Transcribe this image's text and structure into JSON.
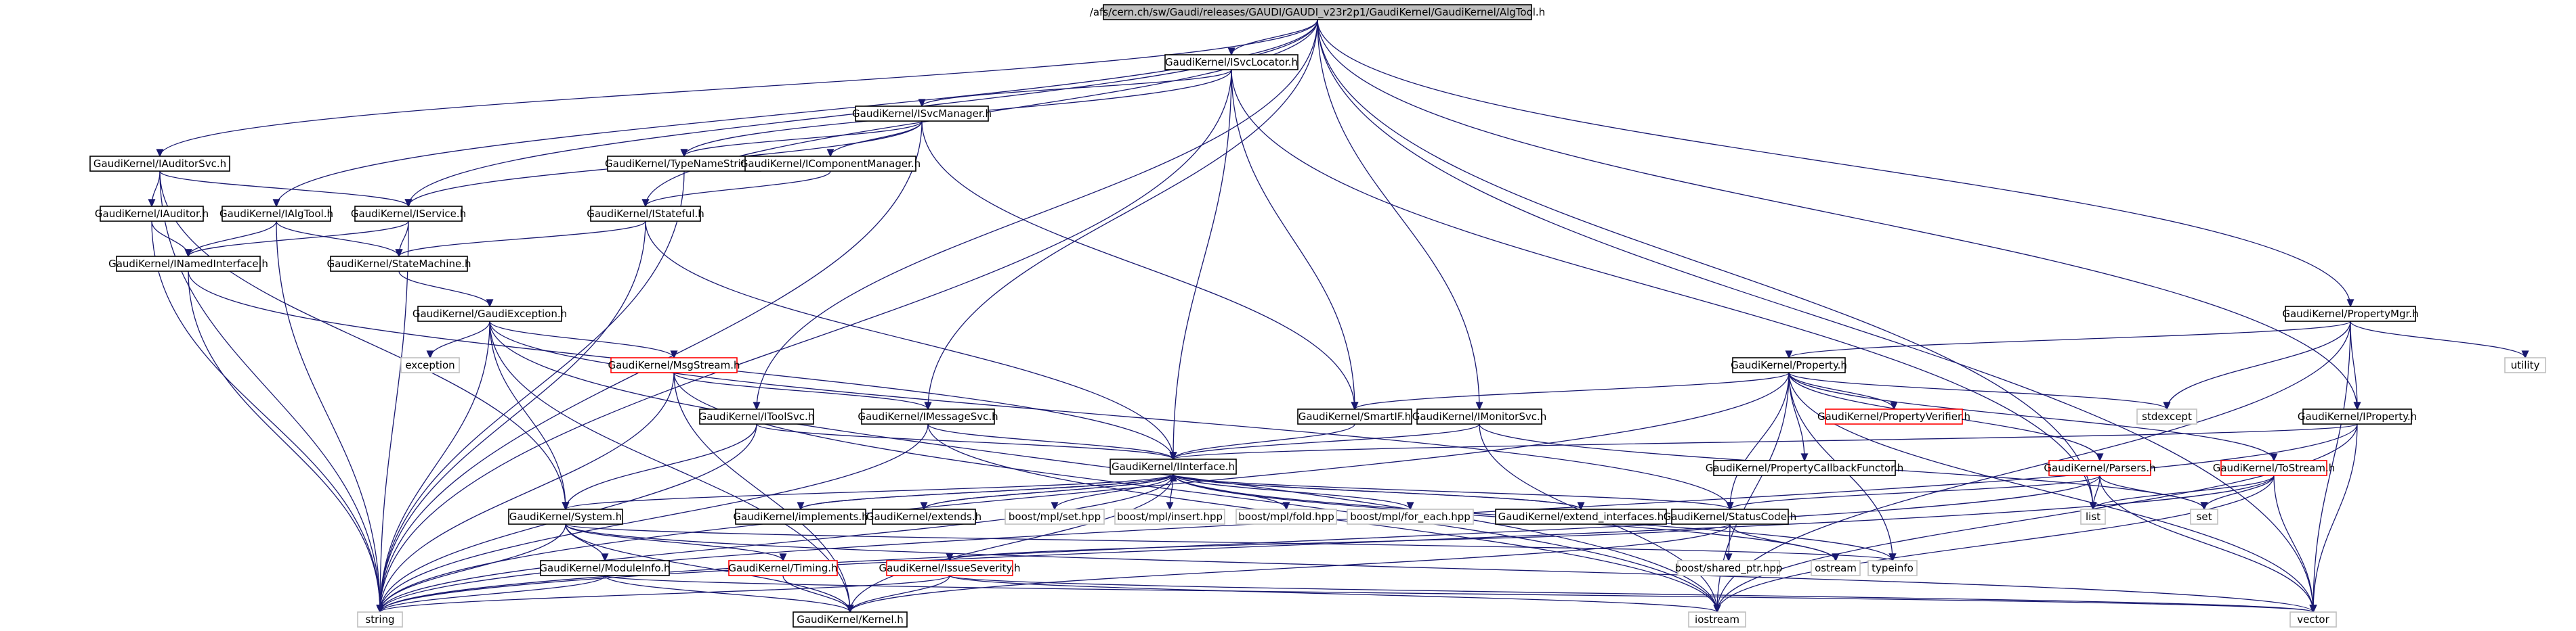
{
  "graph": {
    "nodes": [
      {
        "id": "root",
        "label": "/afs/cern.ch/sw/Gaudi/releases/GAUDI/GAUDI_v23r2p1/GaudiKernel/GaudiKernel/AlgTool.h",
        "style": "root"
      },
      {
        "id": "isvcloc",
        "label": "GaudiKernel/ISvcLocator.h",
        "style": "doc"
      },
      {
        "id": "isvcmgr",
        "label": "GaudiKernel/ISvcManager.h",
        "style": "doc"
      },
      {
        "id": "typename",
        "label": "GaudiKernel/TypeNameString.h",
        "style": "doc"
      },
      {
        "id": "icompmgr",
        "label": "GaudiKernel/IComponentManager.h",
        "style": "doc"
      },
      {
        "id": "iauditsvc",
        "label": "GaudiKernel/IAuditorSvc.h",
        "style": "doc"
      },
      {
        "id": "iauditor",
        "label": "GaudiKernel/IAuditor.h",
        "style": "doc"
      },
      {
        "id": "ialgtool",
        "label": "GaudiKernel/IAlgTool.h",
        "style": "doc"
      },
      {
        "id": "iservice",
        "label": "GaudiKernel/IService.h",
        "style": "doc"
      },
      {
        "id": "istateful",
        "label": "GaudiKernel/IStateful.h",
        "style": "doc"
      },
      {
        "id": "inamed",
        "label": "GaudiKernel/INamedInterface.h",
        "style": "doc"
      },
      {
        "id": "statemach",
        "label": "GaudiKernel/StateMachine.h",
        "style": "doc"
      },
      {
        "id": "gaudiexc",
        "label": "GaudiKernel/GaudiException.h",
        "style": "doc"
      },
      {
        "id": "exception",
        "label": "exception",
        "style": "sys"
      },
      {
        "id": "msgstream",
        "label": "GaudiKernel/MsgStream.h",
        "style": "nodoc"
      },
      {
        "id": "itoolsvc",
        "label": "GaudiKernel/IToolSvc.h",
        "style": "doc"
      },
      {
        "id": "imsgsvc",
        "label": "GaudiKernel/IMessageSvc.h",
        "style": "doc"
      },
      {
        "id": "smartif",
        "label": "GaudiKernel/SmartIF.h",
        "style": "doc"
      },
      {
        "id": "imonsvc",
        "label": "GaudiKernel/IMonitorSvc.h",
        "style": "doc"
      },
      {
        "id": "iinterface",
        "label": "GaudiKernel/IInterface.h",
        "style": "doc"
      },
      {
        "id": "system",
        "label": "GaudiKernel/System.h",
        "style": "doc"
      },
      {
        "id": "implements",
        "label": "GaudiKernel/implements.h",
        "style": "doc"
      },
      {
        "id": "extends",
        "label": "GaudiKernel/extends.h",
        "style": "doc"
      },
      {
        "id": "mplset",
        "label": "boost/mpl/set.hpp",
        "style": "sys"
      },
      {
        "id": "mplinsert",
        "label": "boost/mpl/insert.hpp",
        "style": "sys"
      },
      {
        "id": "mplfold",
        "label": "boost/mpl/fold.hpp",
        "style": "sys"
      },
      {
        "id": "mplforeach",
        "label": "boost/mpl/for_each.hpp",
        "style": "sys"
      },
      {
        "id": "extifaces",
        "label": "GaudiKernel/extend_interfaces.h",
        "style": "doc"
      },
      {
        "id": "statuscode",
        "label": "GaudiKernel/StatusCode.h",
        "style": "doc"
      },
      {
        "id": "sharedptr",
        "label": "boost/shared_ptr.hpp",
        "style": "sys"
      },
      {
        "id": "ostream",
        "label": "ostream",
        "style": "sys"
      },
      {
        "id": "typeinfo",
        "label": "typeinfo",
        "style": "sys"
      },
      {
        "id": "modinfo",
        "label": "GaudiKernel/ModuleInfo.h",
        "style": "doc"
      },
      {
        "id": "timing",
        "label": "GaudiKernel/Timing.h",
        "style": "nodoc"
      },
      {
        "id": "issuesev",
        "label": "GaudiKernel/IssueSeverity.h",
        "style": "nodoc"
      },
      {
        "id": "string",
        "label": "string",
        "style": "sys"
      },
      {
        "id": "kernel",
        "label": "GaudiKernel/Kernel.h",
        "style": "doc"
      },
      {
        "id": "iostream",
        "label": "iostream",
        "style": "sys"
      },
      {
        "id": "vector",
        "label": "vector",
        "style": "sys"
      },
      {
        "id": "propmgr",
        "label": "GaudiKernel/PropertyMgr.h",
        "style": "doc"
      },
      {
        "id": "utility",
        "label": "utility",
        "style": "sys"
      },
      {
        "id": "property",
        "label": "GaudiKernel/Property.h",
        "style": "doc"
      },
      {
        "id": "propverif",
        "label": "GaudiKernel/PropertyVerifier.h",
        "style": "nodoc"
      },
      {
        "id": "stdexcept",
        "label": "stdexcept",
        "style": "sys"
      },
      {
        "id": "iproperty",
        "label": "GaudiKernel/IProperty.h",
        "style": "doc"
      },
      {
        "id": "propcb",
        "label": "GaudiKernel/PropertyCallbackFunctor.h",
        "style": "doc"
      },
      {
        "id": "parsers",
        "label": "GaudiKernel/Parsers.h",
        "style": "nodoc"
      },
      {
        "id": "tostream",
        "label": "GaudiKernel/ToStream.h",
        "style": "nodoc"
      },
      {
        "id": "list",
        "label": "list",
        "style": "sys"
      },
      {
        "id": "set",
        "label": "set",
        "style": "sys"
      }
    ],
    "edges": [
      [
        "root",
        "isvcloc"
      ],
      [
        "root",
        "iauditsvc"
      ],
      [
        "root",
        "ialgtool"
      ],
      [
        "root",
        "iservice"
      ],
      [
        "root",
        "istateful"
      ],
      [
        "root",
        "itoolsvc"
      ],
      [
        "root",
        "imsgsvc"
      ],
      [
        "root",
        "imonsvc"
      ],
      [
        "root",
        "propmgr"
      ],
      [
        "root",
        "iproperty"
      ],
      [
        "root",
        "list"
      ],
      [
        "root",
        "vector"
      ],
      [
        "isvcloc",
        "isvcmgr"
      ],
      [
        "isvcloc",
        "typename"
      ],
      [
        "isvcloc",
        "smartif"
      ],
      [
        "isvcloc",
        "iinterface"
      ],
      [
        "isvcloc",
        "list"
      ],
      [
        "isvcloc",
        "string"
      ],
      [
        "isvcmgr",
        "typename"
      ],
      [
        "isvcmgr",
        "icompmgr"
      ],
      [
        "isvcmgr",
        "iservice"
      ],
      [
        "isvcmgr",
        "smartif"
      ],
      [
        "isvcmgr",
        "string"
      ],
      [
        "typename",
        "string"
      ],
      [
        "icompmgr",
        "istateful"
      ],
      [
        "iauditsvc",
        "iauditor"
      ],
      [
        "iauditsvc",
        "iservice"
      ],
      [
        "iauditsvc",
        "system"
      ],
      [
        "iauditsvc",
        "string"
      ],
      [
        "iauditor",
        "inamed"
      ],
      [
        "iauditor",
        "string"
      ],
      [
        "ialgtool",
        "inamed"
      ],
      [
        "ialgtool",
        "statemach"
      ],
      [
        "ialgtool",
        "string"
      ],
      [
        "iservice",
        "inamed"
      ],
      [
        "iservice",
        "statemach"
      ],
      [
        "iservice",
        "string"
      ],
      [
        "istateful",
        "statemach"
      ],
      [
        "istateful",
        "iinterface"
      ],
      [
        "istateful",
        "string"
      ],
      [
        "inamed",
        "iinterface"
      ],
      [
        "inamed",
        "string"
      ],
      [
        "statemach",
        "gaudiexc"
      ],
      [
        "gaudiexc",
        "exception"
      ],
      [
        "gaudiexc",
        "msgstream"
      ],
      [
        "gaudiexc",
        "system"
      ],
      [
        "gaudiexc",
        "statuscode"
      ],
      [
        "gaudiexc",
        "kernel"
      ],
      [
        "gaudiexc",
        "string"
      ],
      [
        "gaudiexc",
        "iostream"
      ],
      [
        "msgstream",
        "imsgsvc"
      ],
      [
        "msgstream",
        "iostream"
      ],
      [
        "msgstream",
        "string"
      ],
      [
        "msgstream",
        "kernel"
      ],
      [
        "itoolsvc",
        "iinterface"
      ],
      [
        "itoolsvc",
        "system"
      ],
      [
        "itoolsvc",
        "string"
      ],
      [
        "imsgsvc",
        "iinterface"
      ],
      [
        "imsgsvc",
        "string"
      ],
      [
        "imsgsvc",
        "iostream"
      ],
      [
        "smartif",
        "iinterface"
      ],
      [
        "imonsvc",
        "iinterface"
      ],
      [
        "imonsvc",
        "set"
      ],
      [
        "imonsvc",
        "iostream"
      ],
      [
        "iinterface",
        "system"
      ],
      [
        "iinterface",
        "implements"
      ],
      [
        "iinterface",
        "extends"
      ],
      [
        "iinterface",
        "mplset"
      ],
      [
        "iinterface",
        "mplinsert"
      ],
      [
        "iinterface",
        "mplfold"
      ],
      [
        "iinterface",
        "mplforeach"
      ],
      [
        "iinterface",
        "extifaces"
      ],
      [
        "iinterface",
        "statuscode"
      ],
      [
        "iinterface",
        "typeinfo"
      ],
      [
        "iinterface",
        "ostream"
      ],
      [
        "iinterface",
        "kernel"
      ],
      [
        "iinterface",
        "string"
      ],
      [
        "implements",
        "iinterface"
      ],
      [
        "extends",
        "iinterface"
      ],
      [
        "extifaces",
        "iinterface"
      ],
      [
        "system",
        "modinfo"
      ],
      [
        "system",
        "timing"
      ],
      [
        "system",
        "kernel"
      ],
      [
        "system",
        "string"
      ],
      [
        "system",
        "vector"
      ],
      [
        "system",
        "typeinfo"
      ],
      [
        "modinfo",
        "kernel"
      ],
      [
        "modinfo",
        "string"
      ],
      [
        "modinfo",
        "vector"
      ],
      [
        "timing",
        "kernel"
      ],
      [
        "statuscode",
        "issuesev"
      ],
      [
        "statuscode",
        "sharedptr"
      ],
      [
        "statuscode",
        "ostream"
      ],
      [
        "statuscode",
        "kernel"
      ],
      [
        "issuesev",
        "kernel"
      ],
      [
        "issuesev",
        "string"
      ],
      [
        "issuesev",
        "iostream"
      ],
      [
        "issuesev",
        "vector"
      ],
      [
        "propmgr",
        "property"
      ],
      [
        "propmgr",
        "iproperty"
      ],
      [
        "propmgr",
        "stdexcept"
      ],
      [
        "propmgr",
        "utility"
      ],
      [
        "propmgr",
        "vector"
      ],
      [
        "propmgr",
        "iostream"
      ],
      [
        "property",
        "smartif"
      ],
      [
        "property",
        "propverif"
      ],
      [
        "property",
        "stdexcept"
      ],
      [
        "property",
        "propcb"
      ],
      [
        "property",
        "parsers"
      ],
      [
        "property",
        "tostream"
      ],
      [
        "property",
        "iostream"
      ],
      [
        "property",
        "typeinfo"
      ],
      [
        "property",
        "vector"
      ],
      [
        "property",
        "statuscode"
      ],
      [
        "property",
        "string"
      ],
      [
        "iproperty",
        "iinterface"
      ],
      [
        "iproperty",
        "string"
      ],
      [
        "iproperty",
        "vector"
      ],
      [
        "iproperty",
        "iostream"
      ],
      [
        "parsers",
        "statuscode"
      ],
      [
        "parsers",
        "list"
      ],
      [
        "parsers",
        "set"
      ],
      [
        "parsers",
        "vector"
      ],
      [
        "parsers",
        "string"
      ],
      [
        "tostream",
        "list"
      ],
      [
        "tostream",
        "set"
      ],
      [
        "tostream",
        "vector"
      ],
      [
        "tostream",
        "iostream"
      ],
      [
        "tostream",
        "string"
      ]
    ]
  }
}
